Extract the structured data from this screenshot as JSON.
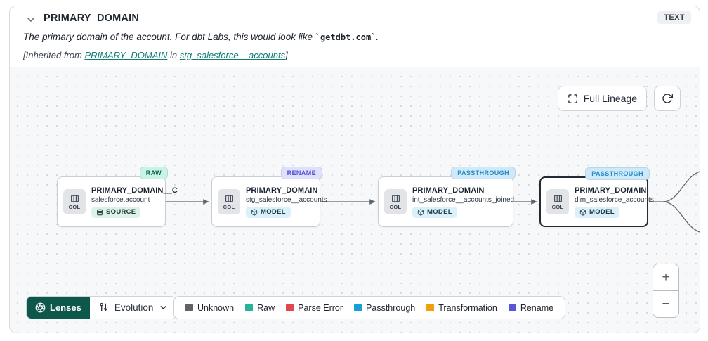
{
  "header": {
    "title": "PRIMARY_DOMAIN",
    "type_badge": "TEXT",
    "description_prefix": "The primary domain of the account. For dbt Labs, this would look like ",
    "description_code": "`getdbt.com`",
    "description_suffix": ".",
    "inherited_prefix": "[Inherited from ",
    "inherited_link_column": "PRIMARY_DOMAIN",
    "inherited_infix": " in ",
    "inherited_link_model": "stg_salesforce__accounts",
    "inherited_suffix": "]",
    "link_color": "#0f7d72"
  },
  "toolbar": {
    "full_lineage_label": "Full Lineage"
  },
  "nodes": [
    {
      "badge": "RAW",
      "badge_bg": "#c7f4e3",
      "badge_fg": "#0e5e50",
      "chip": "COL",
      "title": "PRIMARY_DOMAIN__C",
      "subtitle": "salesforce.account",
      "tag": "SOURCE",
      "tag_bg": "#ddf3ea",
      "tag_fg": "#1d3b3b"
    },
    {
      "badge": "RENAME",
      "badge_bg": "#dfe0fa",
      "badge_fg": "#544fd8",
      "chip": "COL",
      "title": "PRIMARY_DOMAIN",
      "subtitle": "stg_salesforce__accounts",
      "tag": "MODEL",
      "tag_bg": "#dcf0fa",
      "tag_fg": "#1d3b4a"
    },
    {
      "badge": "PASSTHROUGH",
      "badge_bg": "#cde9fa",
      "badge_fg": "#2a8ac2",
      "chip": "COL",
      "title": "PRIMARY_DOMAIN",
      "subtitle": "int_salesforce__accounts_joined",
      "tag": "MODEL",
      "tag_bg": "#dcf0fa",
      "tag_fg": "#1d3b4a"
    },
    {
      "badge": "PASSTHROUGH",
      "badge_bg": "#cde9fa",
      "badge_fg": "#2a8ac2",
      "chip": "COL",
      "title": "PRIMARY_DOMAIN",
      "subtitle": "dim_salesforce_accounts",
      "tag": "MODEL",
      "tag_bg": "#dcf0fa",
      "tag_fg": "#1d3b4a"
    }
  ],
  "footer": {
    "lenses_label": "Lenses",
    "lens_selected": "Evolution",
    "legend": {
      "items": [
        {
          "label": "Unknown",
          "color": "#5f6368"
        },
        {
          "label": "Raw",
          "color": "#25b39a"
        },
        {
          "label": "Parse Error",
          "color": "#e0484e"
        },
        {
          "label": "Passthrough",
          "color": "#189fd6"
        },
        {
          "label": "Transformation",
          "color": "#f0a009"
        },
        {
          "label": "Rename",
          "color": "#5b55d6"
        }
      ]
    }
  },
  "canvas_controls": {
    "zoom_in": "+",
    "zoom_out": "−"
  }
}
